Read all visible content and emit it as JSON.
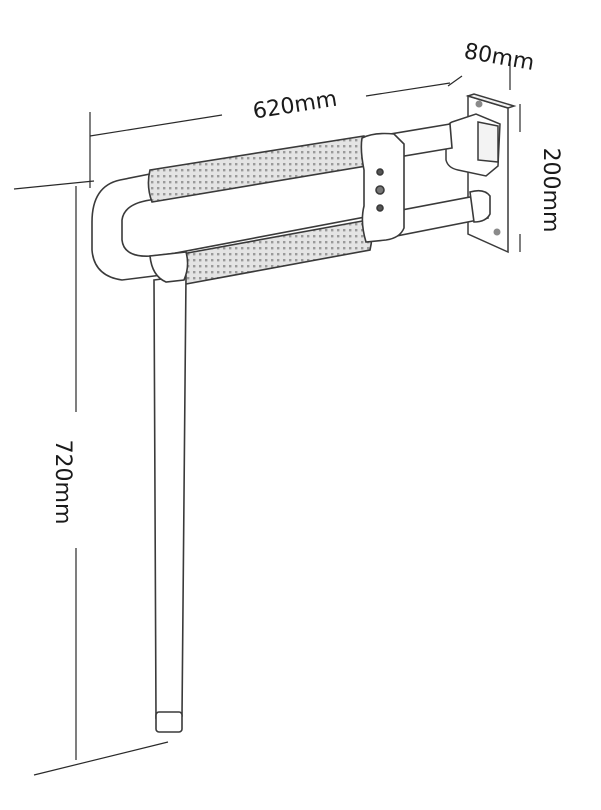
{
  "dimensions": {
    "width": "620mm",
    "height": "720mm",
    "depth": "80mm",
    "plate": "200mm"
  },
  "colors": {
    "outline": "#3a3a3a",
    "dimension_line": "#2a2a2a",
    "grip_fill": "#e4e4e4",
    "grip_dots": "#9a9a9a",
    "text": "#1a1a1a"
  }
}
